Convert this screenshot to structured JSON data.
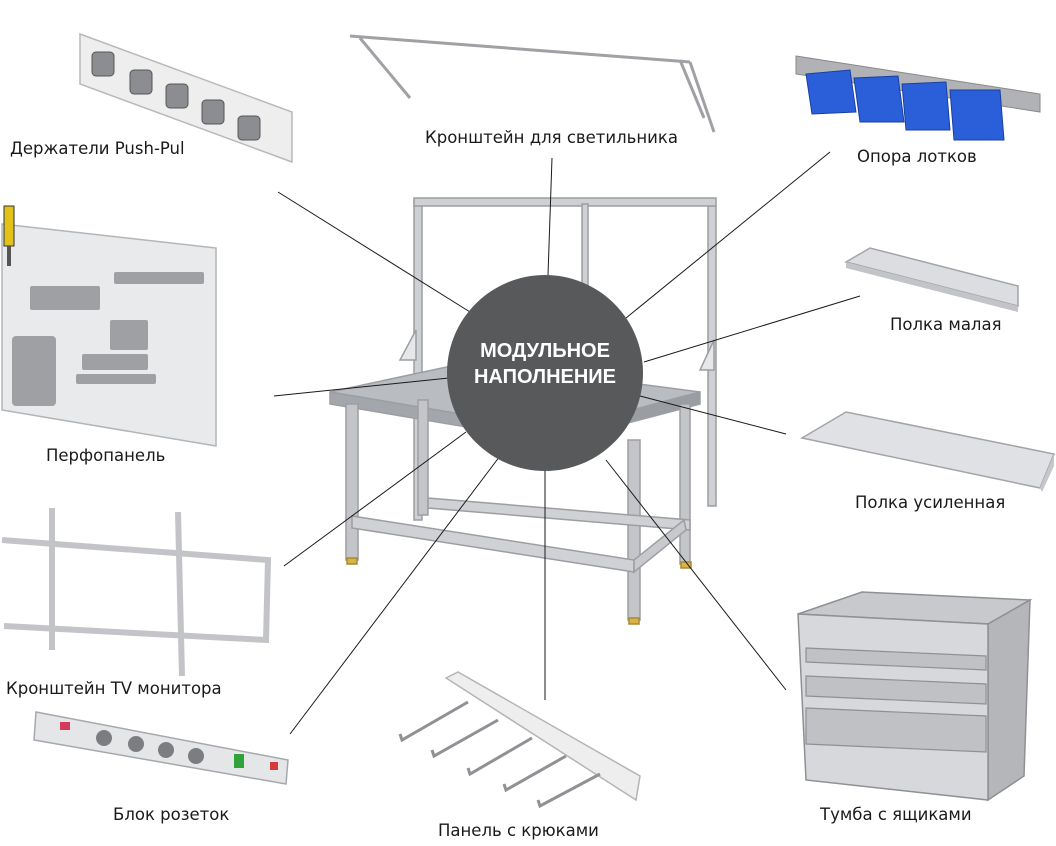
{
  "center": {
    "line1": "МОДУЛЬНОЕ",
    "line2": "НАПОЛНЕНИЕ"
  },
  "items": [
    {
      "id": "push-pull-holders",
      "label": "Держатели Push-Pul"
    },
    {
      "id": "lamp-bracket",
      "label": "Кронштейн для светильника"
    },
    {
      "id": "tray-support",
      "label": "Опора лотков"
    },
    {
      "id": "perforated-panel",
      "label": "Перфопанель"
    },
    {
      "id": "small-shelf",
      "label": "Полка малая"
    },
    {
      "id": "reinforced-shelf",
      "label": "Полка усиленная"
    },
    {
      "id": "tv-monitor-bracket",
      "label": "Кронштейн TV монитора"
    },
    {
      "id": "power-strip",
      "label": "Блок розеток"
    },
    {
      "id": "hook-panel",
      "label": "Панель с крюками"
    },
    {
      "id": "drawer-cabinet",
      "label": "Тумба с ящиками"
    }
  ],
  "colors": {
    "circle": "#58595b",
    "frame": "#c9cacc",
    "bins": "#2b5fd9",
    "connector": "#1a1a1a"
  }
}
